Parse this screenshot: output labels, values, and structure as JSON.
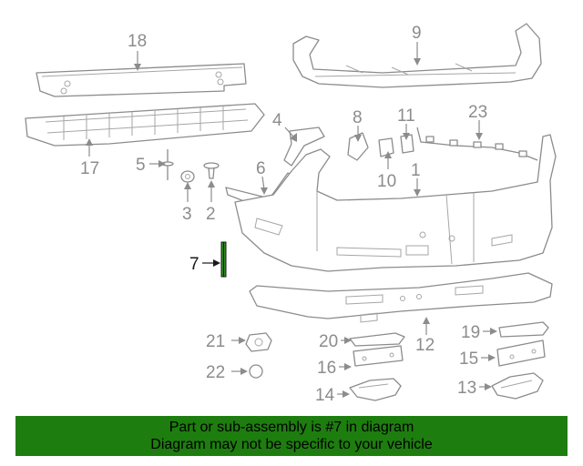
{
  "callouts": {
    "c1": "1",
    "c2": "2",
    "c3": "3",
    "c4": "4",
    "c5": "5",
    "c6": "6",
    "c7": "7",
    "c8": "8",
    "c9": "9",
    "c10": "10",
    "c11": "11",
    "c12": "12",
    "c13": "13",
    "c14": "14",
    "c15": "15",
    "c16": "16",
    "c17": "17",
    "c18": "18",
    "c19": "19",
    "c20": "20",
    "c21": "21",
    "c22": "22",
    "c23": "23"
  },
  "highlighted_part": "7",
  "colors": {
    "banner": "#1e7d0f",
    "highlight_part": "#2e8b1e",
    "line_art": "#8c8c8c"
  },
  "banner": {
    "line1": "Part or sub-assembly is #7 in diagram",
    "line2": "Diagram may not be specific to your vehicle"
  }
}
